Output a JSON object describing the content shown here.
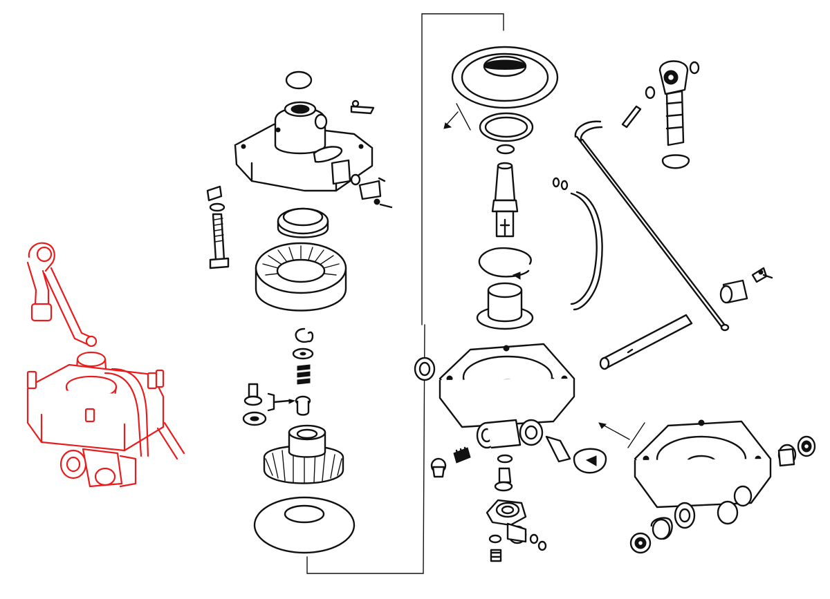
{
  "diagram": {
    "type": "exploded-parts-view",
    "labels": [],
    "colors": {
      "highlight": "#e81c1c",
      "ink": "#111111",
      "background": "#ffffff"
    },
    "parts": [
      "assembled-valve",
      "cover-housing",
      "diaphragm",
      "piston-disc",
      "spring",
      "valve-body",
      "lever-arm",
      "hose",
      "elbow-fitting",
      "lower-body"
    ]
  }
}
